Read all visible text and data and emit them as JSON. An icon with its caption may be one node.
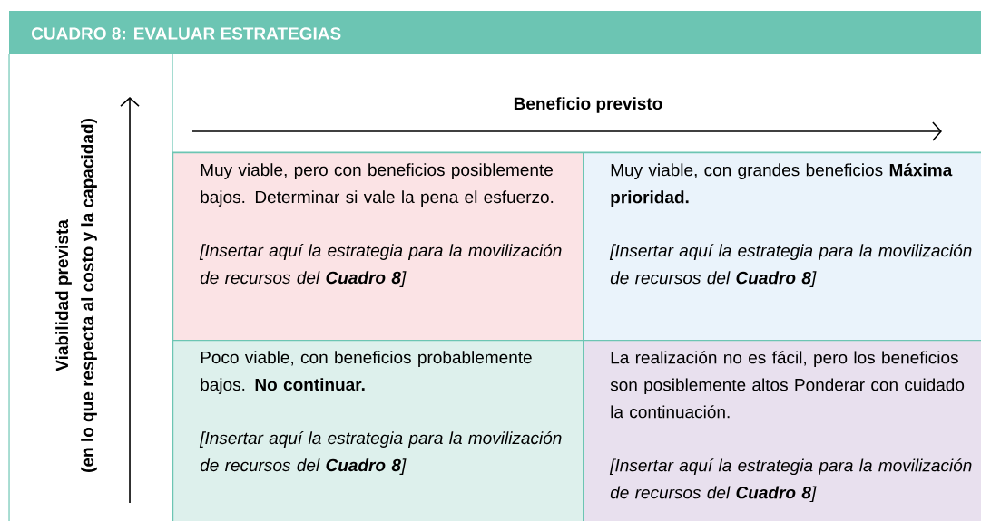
{
  "diagram": {
    "title": "CUADRO 8: EVALUAR ESTRATEGIAS",
    "nodes": [
      {
        "text": [
          "Muy viable, pero con beneficios posiblemente bajos. Determinar si vale la pena el esfuerzo.",
          "[Insertar aquí la estrategia para la movilización de recursos del **Cuadro 8**]"
        ]
      },
      {
        "text": [
          "Muy viable, con grandes beneficios **Máxima prioridad.**",
          "[Insertar aquí la estrategia para la movilización de recursos del **Cuadro 8**]"
        ]
      },
      {
        "text": [
          "Poco viable, con beneficios probablemente bajos. **No continuar.**",
          "[Insertar aquí la estrategia para la movilización de recursos del **Cuadro 8**]"
        ]
      },
      {
        "text": [
          "La realización no es fácil, pero los beneficios son posiblemente altos Ponderar con cuidado la continuación.",
          "[Insertar aquí la estrategia para la movilización de recursos del **Cuadro 8**]"
        ]
      }
    ],
    "labels": [
      "Beneficio previsto",
      "Viabilidad prevista",
      "(en lo que respecta al costo y la capacidad)"
    ]
  }
}
